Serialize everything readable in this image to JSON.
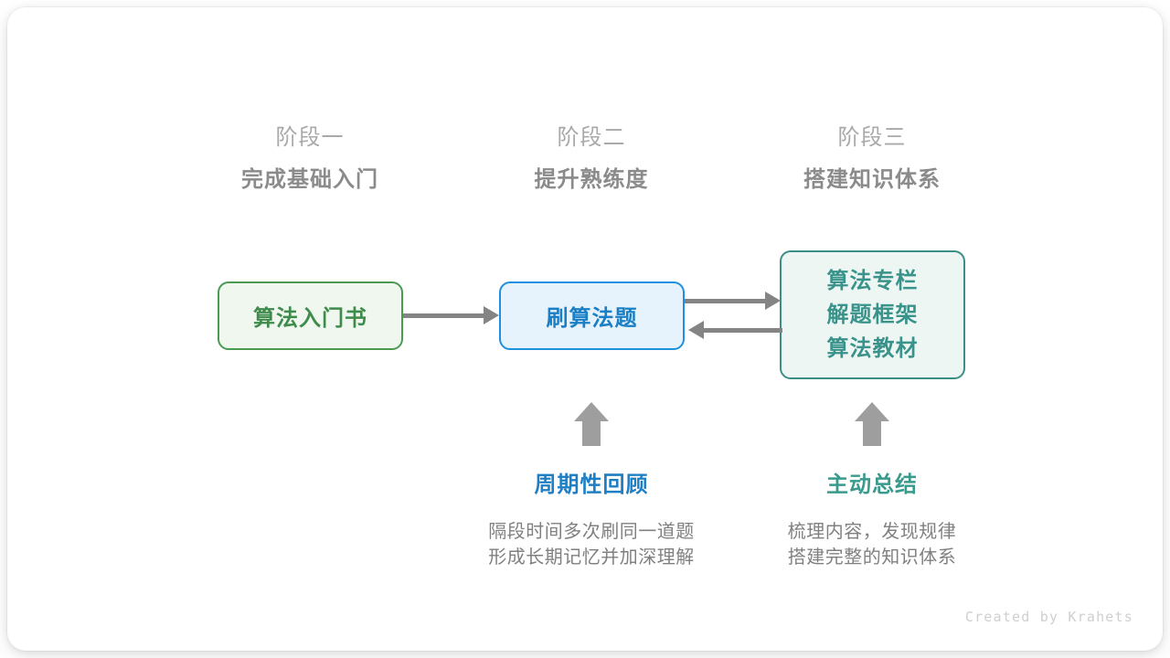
{
  "diagram": {
    "stages": [
      {
        "label": "阶段一",
        "title": "完成基础入门"
      },
      {
        "label": "阶段二",
        "title": "提升熟练度"
      },
      {
        "label": "阶段三",
        "title": "搭建知识体系"
      }
    ],
    "nodes": [
      {
        "id": "intro-book",
        "text": "算法入门书",
        "accent": "#4a9a52"
      },
      {
        "id": "practice-problems",
        "text": "刷算法题",
        "accent": "#1f8fe0"
      },
      {
        "id": "knowledge-resources",
        "lines": [
          "算法专栏",
          "解题框架",
          "算法教材"
        ],
        "accent": "#3b8e85"
      }
    ],
    "connectors": [
      {
        "id": "book-to-practice",
        "from": "intro-book",
        "to": "practice-problems",
        "direction": "right"
      },
      {
        "id": "practice-to-resources",
        "from": "practice-problems",
        "to": "knowledge-resources",
        "direction": "right"
      },
      {
        "id": "resources-to-practice",
        "from": "knowledge-resources",
        "to": "practice-problems",
        "direction": "left"
      }
    ],
    "notes": [
      {
        "id": "periodic-review",
        "title": "周期性回顾",
        "color": "#1f7fc4",
        "desc_line1": "隔段时间多次刷同一道题",
        "desc_line2": "形成长期记忆并加深理解"
      },
      {
        "id": "active-summary",
        "title": "主动总结",
        "color": "#3a9b8d",
        "desc_line1": "梳理内容，发现规律",
        "desc_line2": "搭建完整的知识体系"
      }
    ],
    "credit": "Created by Krahets"
  }
}
